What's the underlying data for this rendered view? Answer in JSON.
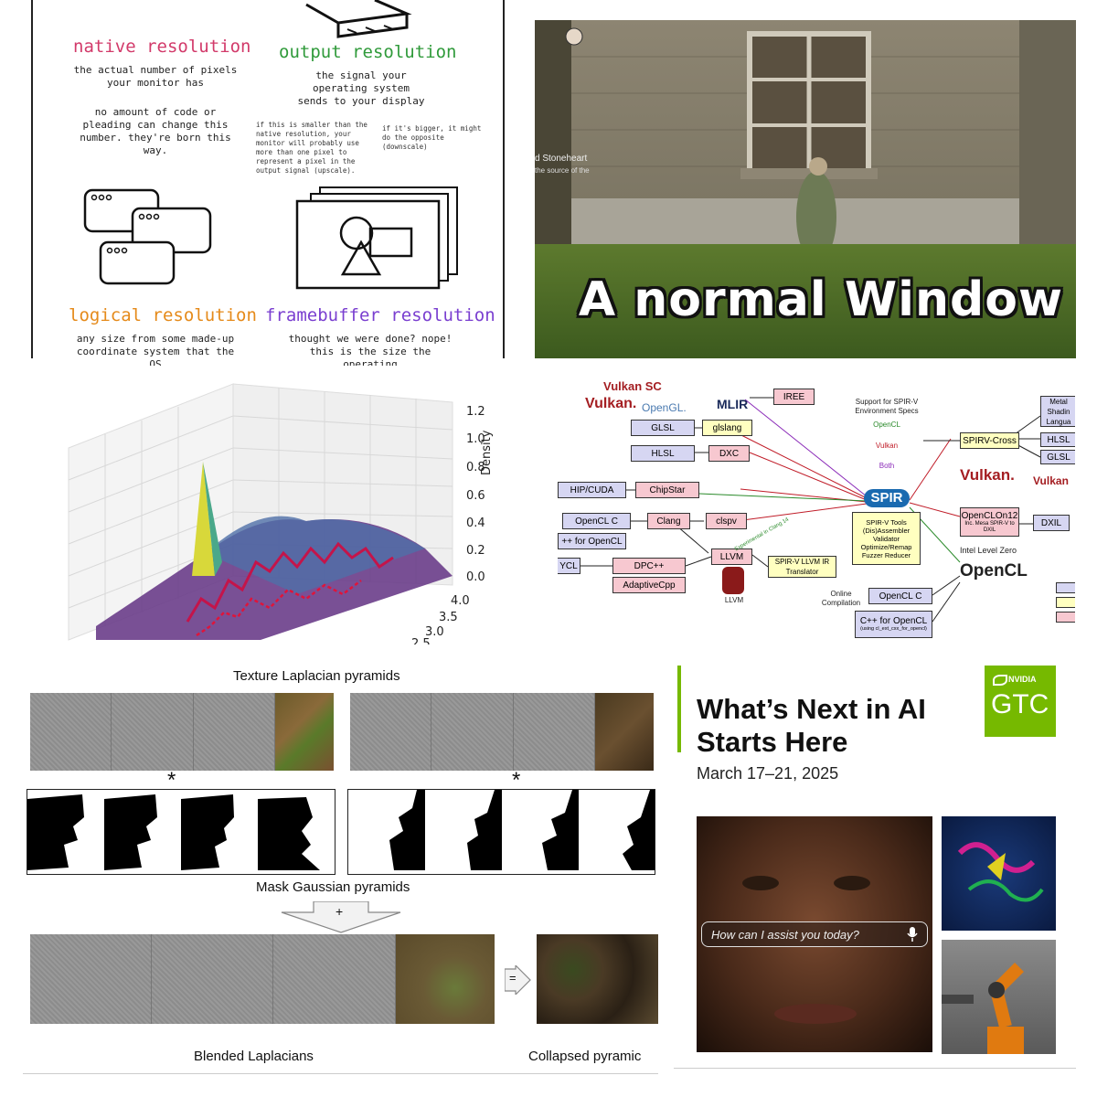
{
  "panel1": {
    "native_title": "native resolution",
    "native_body": "the actual number of pixels your monitor has",
    "native_body2": "no amount of code or pleading can change this number. they're born this way.",
    "output_title": "output resolution",
    "output_body": "the signal your operating system sends to your display",
    "output_small_left": "if this is smaller than the native resolution, your monitor will probably use more than one pixel to represent a pixel in the output signal (upscale).",
    "output_small_right": "if it's bigger, it might do the opposite (downscale)",
    "logical_title": "logical resolution",
    "logical_body": "any size from some made-up coordinate system that the OS",
    "framebuffer_title": "framebuffer resolution",
    "framebuffer_body": "thought we were done? nope! this is the size the operating",
    "colors": {
      "native": "#d23a6a",
      "output": "#2f9a3a",
      "logical": "#e58a1a",
      "framebuffer": "#7a3fd0"
    }
  },
  "panel2": {
    "caption": "A normal Window",
    "hud_name": "d Stoneheart",
    "hud_sub": "the source of the"
  },
  "panel3": {
    "zlabel": "Density",
    "z_ticks": [
      "1.2",
      "1.0",
      "0.8",
      "0.6",
      "0.4",
      "0.2",
      "0.0"
    ],
    "y_ticks": [
      "4.0",
      "3.5",
      "3.0",
      "2.5"
    ]
  },
  "panel4": {
    "logos": {
      "vulkan_sc": "Vulkan SC",
      "vulkan": "Vulkan.",
      "opengl": "OpenGL.",
      "mlir": "MLIR",
      "spir": "SPIR",
      "opencl": "OpenCL",
      "llvm_logo": "LLVM"
    },
    "support_title": "Support for SPIR-V Environment Specs",
    "legend": [
      "OpenCL",
      "Vulkan",
      "Both"
    ],
    "boxes": {
      "iree": "IREE",
      "glsl": "GLSL",
      "glslang": "glslang",
      "hlsl": "HLSL",
      "dxc": "DXC",
      "hip": "HIP/CUDA",
      "chipstar": "ChipStar",
      "opencl_c": "OpenCL C",
      "clang": "Clang",
      "clspv": "clspv",
      "cpp_opencl": "++ for OpenCL",
      "sycl": "YCL",
      "dpcpp": "DPC++",
      "adaptivecpp": "AdaptiveCpp",
      "llvm": "LLVM",
      "translator": "SPIR-V LLVM IR Translator",
      "tools": "SPIR-V Tools (Dis)Assembler Validator Optimize/Remap Fuzzer Reducer",
      "spirv_cross": "SPIRV-Cross",
      "metal": "Metal Shadin Langua",
      "hlsl_out": "HLSL",
      "glsl_out": "GLSL",
      "openclon12": "OpenCLOn12",
      "openclon12_sub": "Inc. Mesa SPIR-V to DXIL",
      "dxil": "DXIL",
      "online_opencl_c": "OpenCL C",
      "cpp_opencl2": "C++ for OpenCL",
      "cpp_opencl2_sub": "(using cl_ext_cxx_for_opencl)"
    },
    "labels": {
      "intel": "Intel Level Zero",
      "online": "Online Compilation",
      "experimental": "Experimental in Clang 14",
      "vulkan_right": "Vulkan.",
      "vulkan_right2": "Vulkan"
    }
  },
  "panel5": {
    "top_label": "Texture Laplacian pyramids",
    "mask_label": "Mask Gaussian pyramids",
    "plus": "+",
    "star": "*",
    "equals": "=",
    "blended_label": "Blended Laplacians",
    "collapsed_label": "Collapsed pyramic"
  },
  "panel6": {
    "headline_line1": "What’s Next in AI",
    "headline_line2": "Starts Here",
    "date": "March 17–21, 2025",
    "logo_brand": "NVIDIA",
    "logo_text": "GTC",
    "assist_placeholder": "How can I assist you today?",
    "brand_color": "#76b900"
  }
}
